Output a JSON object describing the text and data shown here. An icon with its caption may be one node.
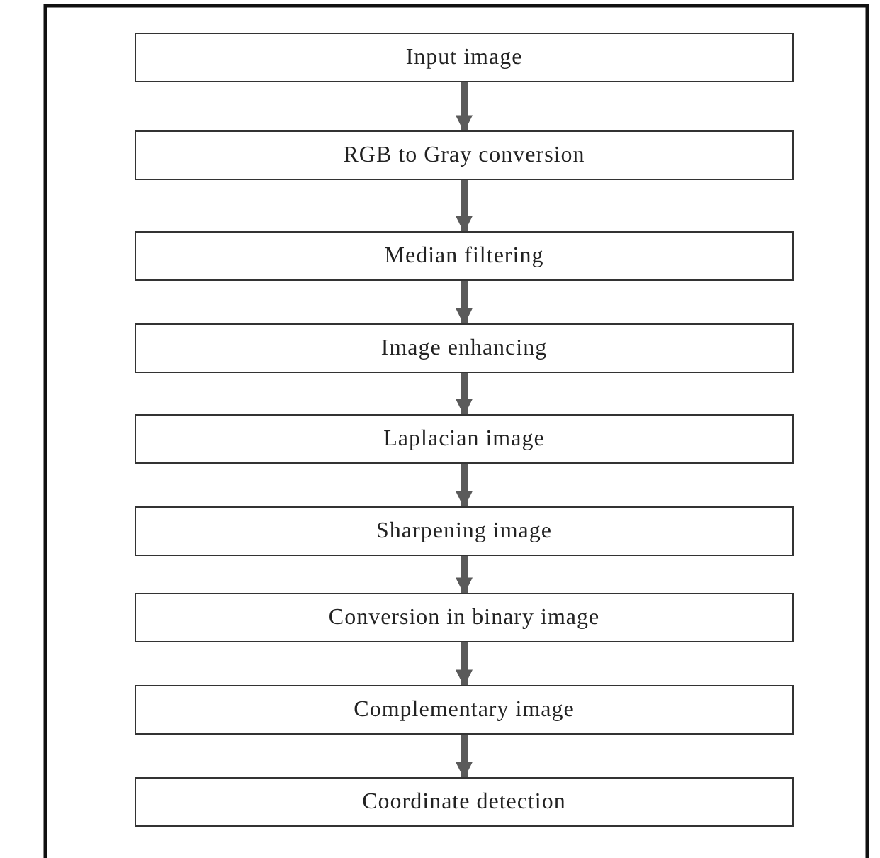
{
  "diagram": {
    "nodes": [
      {
        "text": [
          "Input image"
        ]
      },
      {
        "text": [
          "RGB to Gray conversion"
        ]
      },
      {
        "text": [
          "Median filtering"
        ]
      },
      {
        "text": [
          "Image enhancing"
        ]
      },
      {
        "text": [
          "Laplacian image"
        ]
      },
      {
        "text": [
          "Sharpening image"
        ]
      },
      {
        "text": [
          "Conversion in binary image"
        ]
      },
      {
        "text": [
          "Complementary image"
        ]
      },
      {
        "text": [
          "Coordinate detection"
        ]
      }
    ],
    "edges": [
      {
        "from": 0,
        "to": 1,
        "arrow": "to"
      },
      {
        "from": 1,
        "to": 2,
        "arrow": "to"
      },
      {
        "from": 2,
        "to": 3,
        "arrow": "to"
      },
      {
        "from": 3,
        "to": 4,
        "arrow": "to"
      },
      {
        "from": 4,
        "to": 5,
        "arrow": "to"
      },
      {
        "from": 5,
        "to": 6,
        "arrow": "to"
      },
      {
        "from": 6,
        "to": 7,
        "arrow": "to"
      },
      {
        "from": 7,
        "to": 8,
        "arrow": "to"
      }
    ]
  }
}
